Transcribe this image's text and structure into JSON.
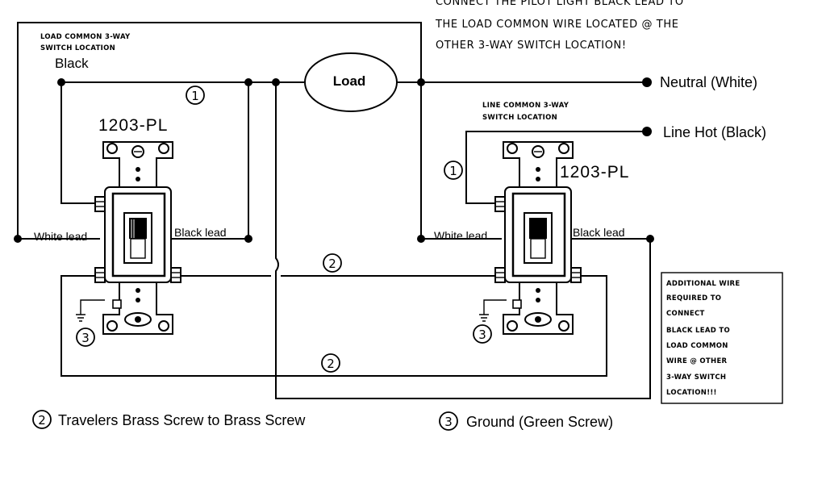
{
  "top_note": {
    "line1": "CONNECT THE PILOT LIGHT BLACK LEAD TO",
    "line2": "THE LOAD COMMON WIRE LOCATED @ THE",
    "line3": "OTHER 3-WAY SWITCH LOCATION!"
  },
  "left_switch": {
    "location_line1": "LOAD COMMON 3-WAY",
    "location_line2": "SWITCH LOCATION",
    "common_color": "Black",
    "model": "1203-PL",
    "white_lead": "White lead",
    "black_lead": "Black lead"
  },
  "right_switch": {
    "location_line1": "LINE COMMON 3-WAY",
    "location_line2": "SWITCH LOCATION",
    "model": "1203-PL",
    "white_lead": "White lead",
    "black_lead": "Black lead"
  },
  "load_label": "Load",
  "terminals": {
    "neutral": "Neutral (White)",
    "line_hot": "Line Hot (Black)"
  },
  "markers": {
    "one": "1",
    "two": "2",
    "three": "3"
  },
  "additional_note": {
    "line1": "ADDITIONAL WIRE",
    "line2": "REQUIRED TO",
    "line3": "CONNECT",
    "line4": "BLACK LEAD TO",
    "line5": "LOAD COMMON",
    "line6": "WIRE @ OTHER",
    "line7": "3-WAY SWITCH",
    "line8": "LOCATION!!!"
  },
  "legend": {
    "travelers": "Travelers Brass Screw to Brass Screw",
    "ground": "Ground (Green Screw)"
  }
}
